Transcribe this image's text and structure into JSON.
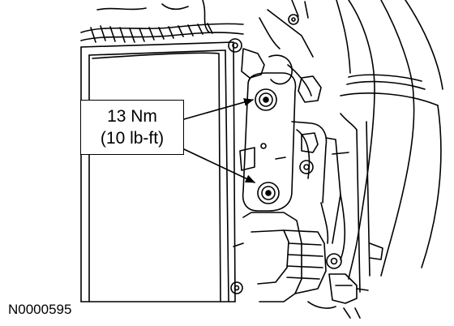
{
  "callout": {
    "torque_metric": "13 Nm",
    "torque_imperial": "(10 lb-ft)"
  },
  "figure": {
    "id": "N0000595"
  }
}
